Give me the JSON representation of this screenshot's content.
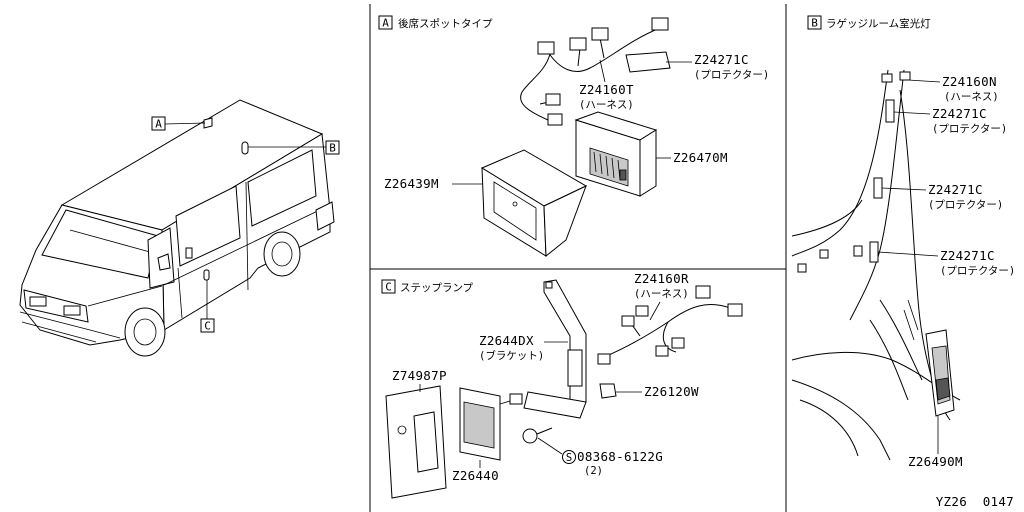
{
  "diagram_code": "YZ26  0147",
  "van": {
    "callouts": [
      "A",
      "B",
      "C"
    ]
  },
  "section_a": {
    "letter": "A",
    "title": "後席スポットタイプ",
    "parts": [
      {
        "number": "Z24271C",
        "desc": "(プロテクター)"
      },
      {
        "number": "Z24160T",
        "desc": "(ハーネス)"
      },
      {
        "number": "Z26470M",
        "desc": ""
      },
      {
        "number": "Z26439M",
        "desc": ""
      }
    ]
  },
  "section_b": {
    "letter": "B",
    "title": "ラゲッジルーム室光灯",
    "parts": [
      {
        "number": "Z24160N",
        "desc": "(ハーネス)"
      },
      {
        "number": "Z24271C",
        "desc": "(プロテクター)"
      },
      {
        "number": "Z24271C",
        "desc": "(プロテクター)"
      },
      {
        "number": "Z24271C",
        "desc": "(プロテクター)"
      },
      {
        "number": "Z26490M",
        "desc": ""
      }
    ]
  },
  "section_c": {
    "letter": "C",
    "title": "ステップランプ",
    "parts": [
      {
        "number": "Z24160R",
        "desc": "(ハーネス)"
      },
      {
        "number": "Z2644DX",
        "desc": "(ブラケット)"
      },
      {
        "number": "Z74987P",
        "desc": ""
      },
      {
        "number": "Z26120W",
        "desc": ""
      },
      {
        "number": "Z26440",
        "desc": ""
      },
      {
        "number": "08368-6122G",
        "desc": "(2)",
        "symbol": "S"
      }
    ]
  }
}
